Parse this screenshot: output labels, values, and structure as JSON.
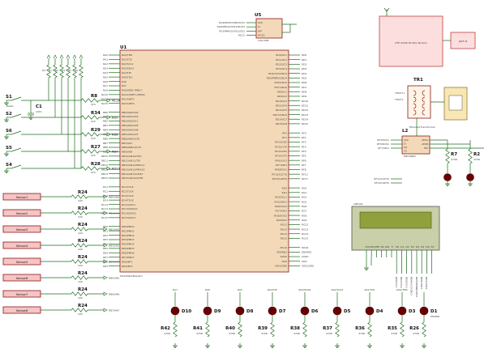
{
  "u5": {
    "ref": "U5",
    "part": "24LC16B",
    "left_pins": [
      "RG6/PMA5/CN8/SCK2",
      "RG8/PMA3/CN10/SDO2",
      "RG9/PMA2/CN11/SS2",
      "RG12"
    ],
    "right_pins": [
      "SCK",
      "SI",
      "WP",
      "HOLD"
    ]
  },
  "modem": {
    "title": "ZTE IX256 Wi-Max Modem",
    "port": "RJ45 M"
  },
  "tr1": {
    "ref": "TR1",
    "label": "Ethernet Transformer",
    "pins": [
      "TPOUT+",
      "TPOUT-"
    ]
  },
  "l2": {
    "ref": "L2",
    "part": "ENC28J60",
    "left_pins": [
      "RF5/SCK1",
      "RF3/SDO1",
      "RF7/SDI1"
    ],
    "pin_labels": [
      "SCK",
      "SI",
      "SO",
      "CS"
    ],
    "right_pins": [
      "LEDA",
      "LEDB",
      "INT"
    ]
  },
  "u1": {
    "ref": "U1",
    "part": "PIC24HJ128GA010",
    "left_pins": [
      "RA0/TMS",
      "RA1/TCK",
      "RA2/SCL2",
      "RA3/SDA2",
      "RA4/TDI",
      "RA5/TDO",
      "RA6",
      "RA7",
      "RA9/VREF-/PMA7",
      "RA10/VREF+/PMA6",
      "RA14/INT3",
      "RA15/INT4",
      "",
      "RB0/AN0/CN2",
      "RB1/AN1/CN3",
      "RB2/AN2/SS1",
      "RB3/AN3/CN5",
      "RB4/AN4/CN6",
      "RB5/AN5/CN7",
      "RB6/AN6/OCFA",
      "RB7/AN7",
      "RB8/AN8/U2CTS",
      "RB9/AN9",
      "RB10/AN10/TDO",
      "RB11/AN11/TDI",
      "RB12/AN12/PMA11",
      "RB13/AN13/PMA10",
      "RB14/AN14/CN32",
      "RB15/AN15/OCFB",
      "",
      "RC1/T2CK",
      "RC2/T3CK",
      "RC3/T4CK",
      "RC4/T5CK",
      "RC12/OSC1",
      "RC13/SOSCO",
      "RC14/SOSCI",
      "RC15/OSC2",
      "",
      "RE0/PMD0",
      "RE1/PMD1",
      "RE2/PMD2",
      "RE3/PMD3",
      "RE4/PMD4",
      "RE5/PMD5",
      "RE6/PMD6",
      "RE7/PMD7",
      "RE8/INT1",
      "RE9/INT2"
    ],
    "right_pins": [
      "RD0/OC1",
      "RD1/OC2",
      "RD2/OC3",
      "RD3/OC4",
      "RD4/OC5/CN13",
      "RD5/PMRD/CN14",
      "RD6/CN15",
      "RD7/CN16",
      "RD8/IC1",
      "RD9/IC2",
      "RD10/IC3",
      "RD11/IC4",
      "RD12/IC5",
      "RD13/CN19",
      "RD14/IC7",
      "RD15/IC8",
      "",
      "RF0",
      "RF1",
      "RF2/U1RX",
      "RF3/U1TX",
      "RF4/U2RX",
      "RF5/U2TX",
      "RF6/SCK1",
      "RF7/SDI1",
      "RF8/SDO1",
      "RF12/U2CTS",
      "RF13/U2RTS",
      "",
      "RG0",
      "RG1",
      "RG2/SCL1",
      "RG3/SDA1",
      "RG6/SCK2",
      "RG7/SDI2",
      "RG8/SDO2",
      "RG9/SS2",
      "RG12",
      "RG13",
      "RG14",
      "RG15",
      "",
      "MCLR",
      "ENVREG",
      "AVDD",
      "VDD",
      "VDDCORE"
    ]
  },
  "switches": [
    {
      "ref": "S1",
      "label": "Reset",
      "net": "MCLR",
      "r": "R8",
      "rv": "470"
    },
    {
      "ref": "S2",
      "label": "",
      "net": "RD9",
      "r": "R34",
      "rv": "470"
    },
    {
      "ref": "S6",
      "label": "",
      "net": "RD8",
      "r": "R29",
      "rv": "470"
    },
    {
      "ref": "S5",
      "label": "",
      "net": "RD7",
      "r": "R27",
      "rv": "470"
    },
    {
      "ref": "S4",
      "label": "",
      "net": "RD13",
      "r": "R28",
      "rv": "470"
    }
  ],
  "cap": {
    "ref": "C1",
    "value": "100n"
  },
  "pullups": [
    "R3",
    "R1",
    "R2",
    "R4",
    "R5",
    "R6"
  ],
  "sensors": [
    {
      "name": "Sensor1",
      "r": "R24",
      "rv": "100",
      "net": "RB0/AN0"
    },
    {
      "name": "Sensor2",
      "r": "R24",
      "rv": "100",
      "net": "RB1/AN1"
    },
    {
      "name": "Sensor3",
      "r": "R24",
      "rv": "100",
      "net": "RB2/AN2"
    },
    {
      "name": "Sensor4",
      "r": "R24",
      "rv": "100",
      "net": "RB3/AN3"
    },
    {
      "name": "Sensor5",
      "r": "R24",
      "rv": "100",
      "net": "RB4/AN4"
    },
    {
      "name": "Sensor6",
      "r": "R24",
      "rv": "100",
      "net": "RB5/AN5"
    },
    {
      "name": "Sensor7",
      "r": "R24",
      "rv": "100",
      "net": "RB6/AN6"
    },
    {
      "name": "Sensor8",
      "r": "R24",
      "rv": "100",
      "net": "RB7/AN7"
    }
  ],
  "leds": [
    {
      "net": "RA7",
      "d": "D10",
      "r": "R42",
      "rv": "470R"
    },
    {
      "net": "RA6",
      "d": "D9",
      "r": "R41",
      "rv": "470R"
    },
    {
      "net": "RA5",
      "d": "D8",
      "r": "R40",
      "rv": "470R"
    },
    {
      "net": "RA4/TDI",
      "d": "D7",
      "r": "R39",
      "rv": "470R"
    },
    {
      "net": "RA3/SDA2",
      "d": "D6",
      "r": "R38",
      "rv": "470R"
    },
    {
      "net": "RA2/SCL2",
      "d": "D5",
      "r": "R37",
      "rv": "470R"
    },
    {
      "net": "RA1/TCK",
      "d": "D4",
      "r": "R36",
      "rv": "470R"
    },
    {
      "net": "RA0/TMS",
      "d": "D3",
      "r": "R35",
      "rv": "470R"
    }
  ],
  "power_led": {
    "d": "D1",
    "label": "POWER",
    "r": "R26",
    "rv": "470R"
  },
  "lcd": {
    "ref": "LM016L",
    "pins": [
      "VSS",
      "VDD",
      "VEE",
      "RS",
      "RW",
      "E",
      "D0",
      "D1",
      "D2",
      "D3",
      "D4",
      "D5",
      "D6",
      "D7"
    ],
    "nets": [
      "RD0/OC1",
      "RD1/OC2",
      "RD2/OC3",
      "RD4/OC5/CN13",
      "RD5/PMRD/CN14",
      "RD6/CN15",
      "RD7/CN16"
    ]
  },
  "right_res": [
    {
      "ref": "R7",
      "value": "470R"
    },
    {
      "ref": "R2",
      "value": "470R"
    }
  ],
  "l2_nets": [
    "RF12/U2CTS",
    "RF13/U2RTS"
  ]
}
